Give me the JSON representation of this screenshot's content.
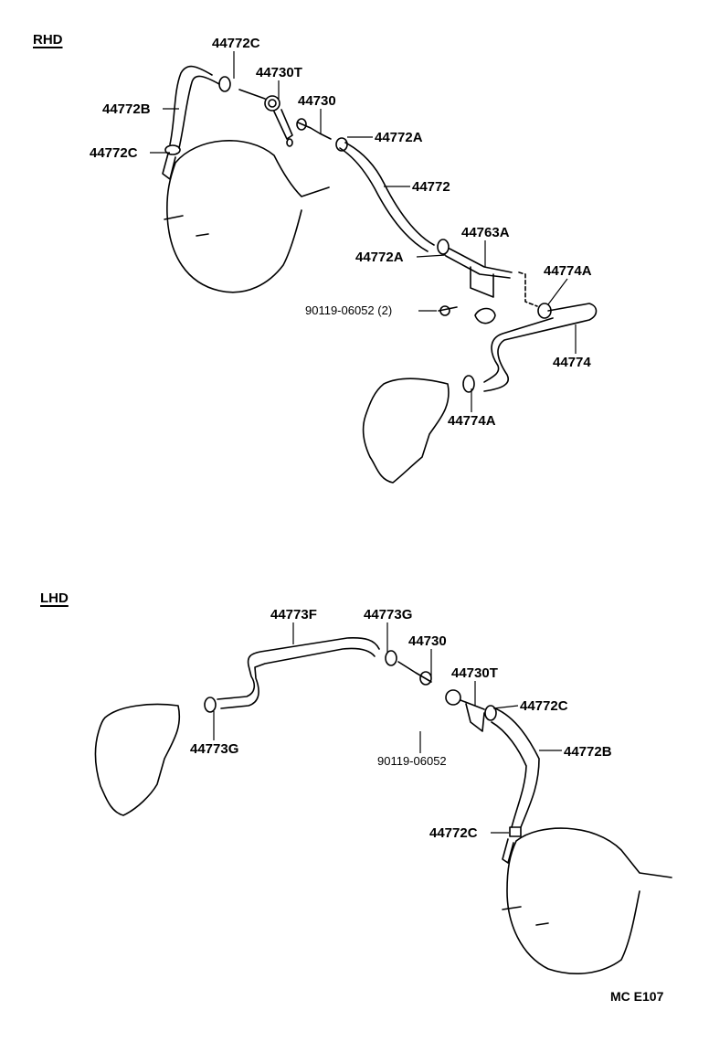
{
  "diagram": {
    "type": "parts-exploded-view",
    "reference_code": "MC  E107",
    "sections": [
      {
        "title": "RHD",
        "labels": [
          {
            "id": "r1",
            "text": "44772C"
          },
          {
            "id": "r2",
            "text": "44730T"
          },
          {
            "id": "r3",
            "text": "44772B"
          },
          {
            "id": "r4",
            "text": "44730"
          },
          {
            "id": "r5",
            "text": "44772C"
          },
          {
            "id": "r6",
            "text": "44772A"
          },
          {
            "id": "r7",
            "text": "44772"
          },
          {
            "id": "r8",
            "text": "44763A"
          },
          {
            "id": "r9",
            "text": "44772A"
          },
          {
            "id": "r10",
            "text": "44774A"
          },
          {
            "id": "r11",
            "text": "90119-06052 (2)"
          },
          {
            "id": "r12",
            "text": "44774"
          },
          {
            "id": "r13",
            "text": "44774A"
          }
        ]
      },
      {
        "title": "LHD",
        "labels": [
          {
            "id": "l1",
            "text": "44773F"
          },
          {
            "id": "l2",
            "text": "44773G"
          },
          {
            "id": "l3",
            "text": "44730"
          },
          {
            "id": "l4",
            "text": "44730T"
          },
          {
            "id": "l5",
            "text": "44772C"
          },
          {
            "id": "l6",
            "text": "44773G"
          },
          {
            "id": "l7",
            "text": "90119-06052"
          },
          {
            "id": "l8",
            "text": "44772B"
          },
          {
            "id": "l9",
            "text": "44772C"
          }
        ]
      }
    ]
  }
}
